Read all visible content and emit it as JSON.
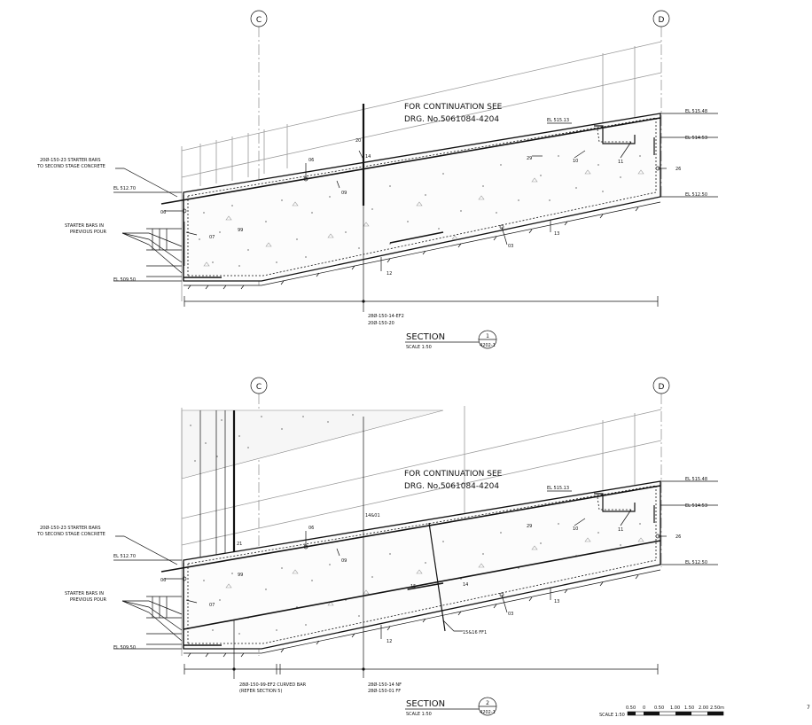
{
  "grid": {
    "c": "C",
    "d": "D"
  },
  "continuation": {
    "line1": "FOR CONTINUATION SEE",
    "line2": "DRG. No.5061084-4204"
  },
  "levels": {
    "el51548": "EL 515.48",
    "el51513": "EL 515.13",
    "el51453": "EL 514.53",
    "el51250": "EL 512.50",
    "el51270": "EL 512.70",
    "el50950": "EL 509.50"
  },
  "notes": {
    "starter_second_stage_1": "20Ø-150-23 STARTER BARS",
    "starter_second_stage_2": "TO SECOND STAGE CONCRETE",
    "starter_prev_1": "STARTER BARS IN",
    "starter_prev_2": "PREVIOUS POUR"
  },
  "marks": {
    "m06": "06",
    "m07": "07",
    "m09": "09",
    "m10": "10",
    "m11": "11",
    "m12": "12",
    "m13": "13",
    "m14": "14",
    "m15": "15",
    "m20": "20",
    "m21": "21",
    "m26": "26",
    "m29": "29",
    "m03": "03",
    "m99": "99",
    "m14_01": "14&01",
    "m15_16": "15&16 FF1"
  },
  "section1": {
    "title": "SECTION",
    "scale": "SCALE 1:50",
    "number": "1",
    "ref": "4202-1",
    "callout1": "28Ø-150-14-EF2",
    "callout2": "20Ø-150-20"
  },
  "section2": {
    "title": "SECTION",
    "scale": "SCALE 1:50",
    "number": "2",
    "ref": "4202-1",
    "callout_left1": "28Ø-150-99-EF2 CURVED BAR",
    "callout_left2": "(REFER SECTION 5)",
    "callout_right1": "28Ø-150-14 NF",
    "callout_right2": "28Ø-150-01 FF"
  },
  "scale_bar": {
    "label": "SCALE 1:50",
    "ticks": [
      "0.50",
      "0",
      "0.50",
      "1.00",
      "1.50",
      "2.00",
      "2.50m"
    ]
  },
  "corner_mark": "7"
}
